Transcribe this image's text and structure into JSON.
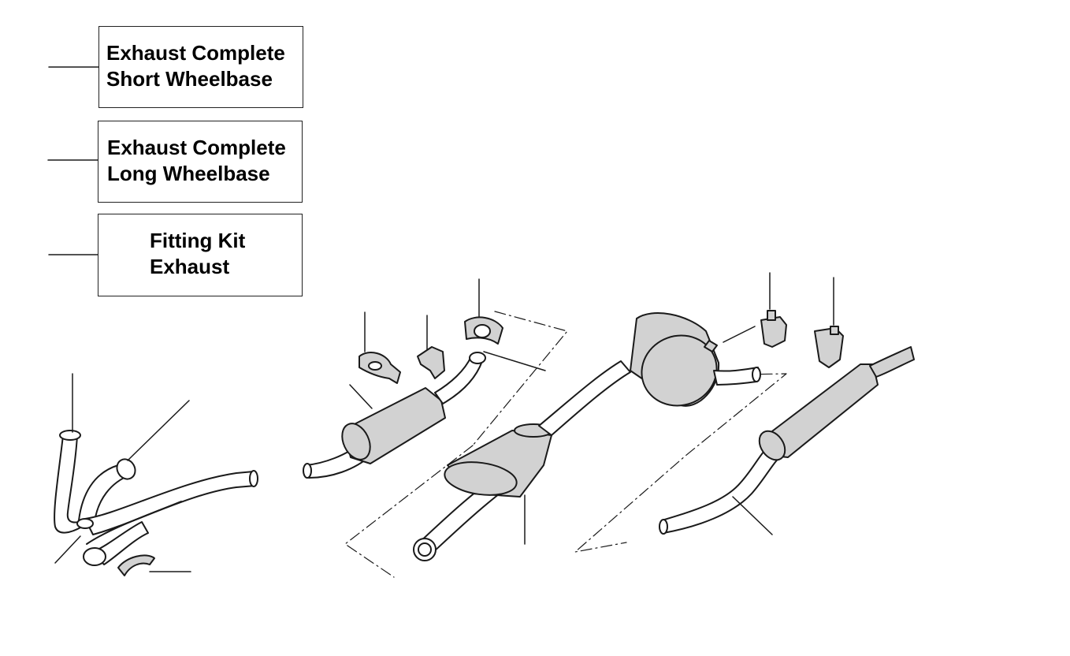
{
  "labels": {
    "short_wheelbase": {
      "line1": "Exhaust Complete",
      "line2": "Short Wheelbase"
    },
    "long_wheelbase": {
      "line1": "Exhaust Complete",
      "line2": "Long Wheelbase"
    },
    "fitting_kit": {
      "line1": "Fitting Kit",
      "line2": "Exhaust"
    }
  },
  "colors": {
    "part_fill": "#d2d2d2",
    "pipe_fill": "#ffffff",
    "outline": "#1a1a1a"
  }
}
